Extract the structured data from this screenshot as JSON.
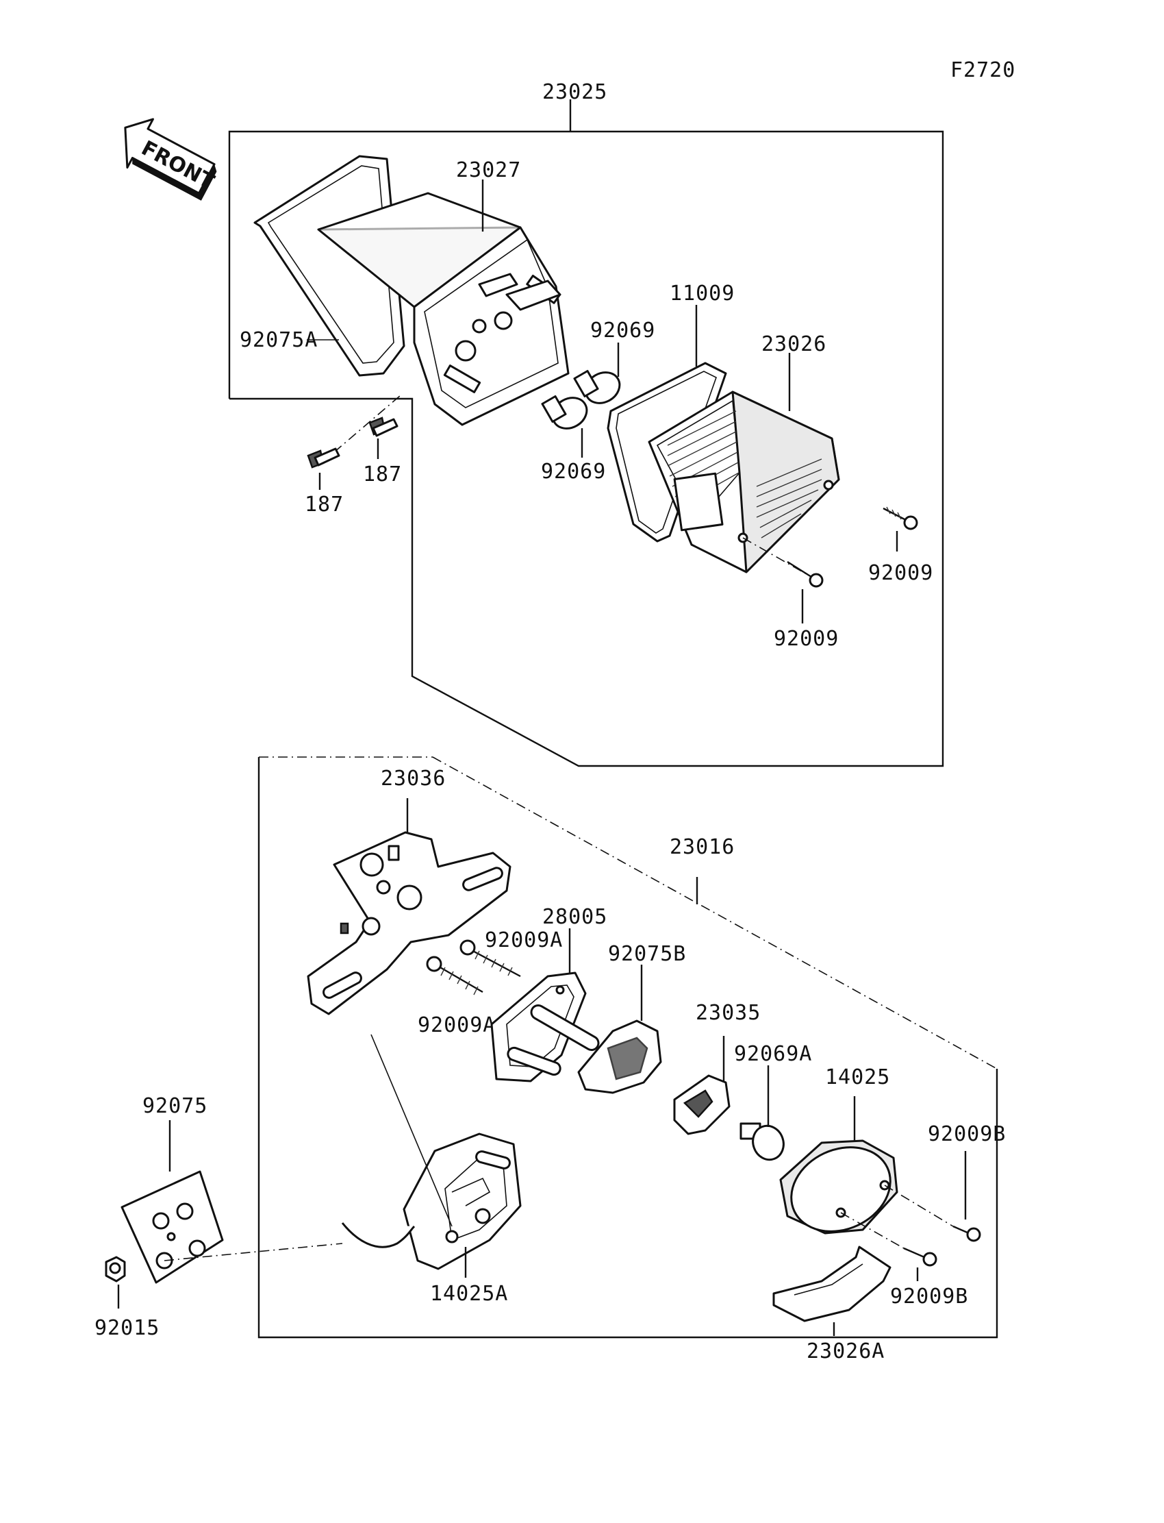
{
  "figure_code": "F2720",
  "front_arrow_label": "FRONT",
  "labels": {
    "l23025": "23025",
    "l23027": "23027",
    "l92075A": "92075A",
    "l11009": "11009",
    "l92069_top": "92069",
    "l23026": "23026",
    "l92069_bottom": "92069",
    "l187_right": "187",
    "l187_left": "187",
    "l92009_right": "92009",
    "l92009_center": "92009",
    "l23036": "23036",
    "l23016": "23016",
    "l28005": "28005",
    "l92009A_top": "92009A",
    "l92075B": "92075B",
    "l92009A_bottom": "92009A",
    "l23035": "23035",
    "l92069A": "92069A",
    "l14025": "14025",
    "l92075": "92075",
    "l92009B_top": "92009B",
    "l92009B_bottom": "92009B",
    "l14025A": "14025A",
    "l92015": "92015",
    "l23026A": "23026A"
  }
}
